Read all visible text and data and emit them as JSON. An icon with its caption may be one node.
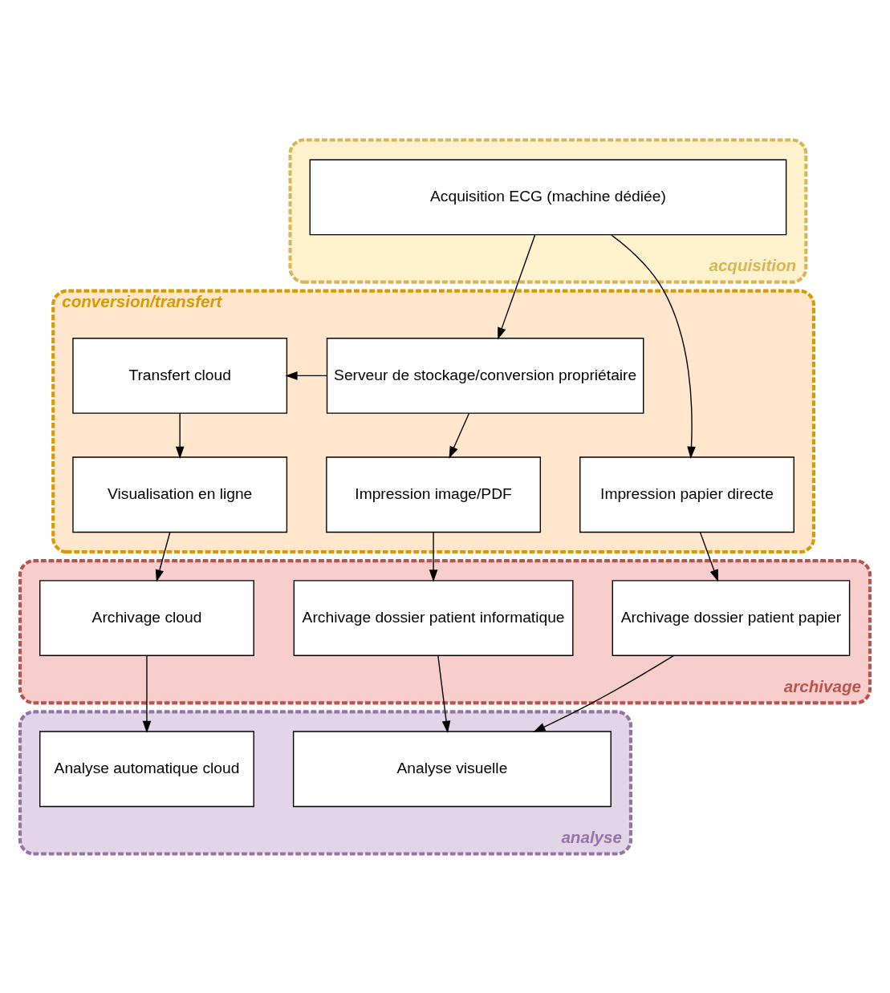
{
  "diagram": {
    "nodes": [
      {
        "text": [
          "acquisition"
        ]
      },
      {
        "text": [
          "Acquisition ECG (machine dédiée)"
        ],
        "in": 0
      },
      {
        "text": [
          "conversion/transfert"
        ]
      },
      {
        "text": [
          "Transfert cloud"
        ],
        "in": 2
      },
      {
        "text": [
          "Serveur de stockage/conversion propriétaire"
        ],
        "in": 2
      },
      {
        "text": [
          "Visualisation en ligne"
        ],
        "in": 2
      },
      {
        "text": [
          "Impression image/PDF"
        ],
        "in": 2
      },
      {
        "text": [
          "Impression papier directe"
        ],
        "in": 2
      },
      {
        "text": [
          "archivage"
        ]
      },
      {
        "text": [
          "Archivage cloud"
        ],
        "in": 8
      },
      {
        "text": [
          "Archivage dossier patient informatique"
        ],
        "in": 8
      },
      {
        "text": [
          "Archivage dossier patient papier"
        ],
        "in": 8
      },
      {
        "text": [
          "analyse"
        ]
      },
      {
        "text": [
          "Analyse automatique cloud"
        ],
        "in": 12
      },
      {
        "text": [
          "Analyse visuelle"
        ],
        "in": 12
      }
    ],
    "edges": [
      {
        "from": 1,
        "to": 4,
        "arrow": "to"
      },
      {
        "from": 1,
        "to": 7,
        "arrow": "to"
      },
      {
        "from": 4,
        "to": 3,
        "arrow": "to"
      },
      {
        "from": 3,
        "to": 5,
        "arrow": "to"
      },
      {
        "from": 4,
        "to": 6,
        "arrow": "to"
      },
      {
        "from": 5,
        "to": 9,
        "arrow": "to"
      },
      {
        "from": 6,
        "to": 10,
        "arrow": "to"
      },
      {
        "from": 7,
        "to": 11,
        "arrow": "to"
      },
      {
        "from": 9,
        "to": 13,
        "arrow": "to"
      },
      {
        "from": 10,
        "to": 14,
        "arrow": "to"
      },
      {
        "from": 11,
        "to": 14,
        "arrow": "to"
      }
    ]
  }
}
